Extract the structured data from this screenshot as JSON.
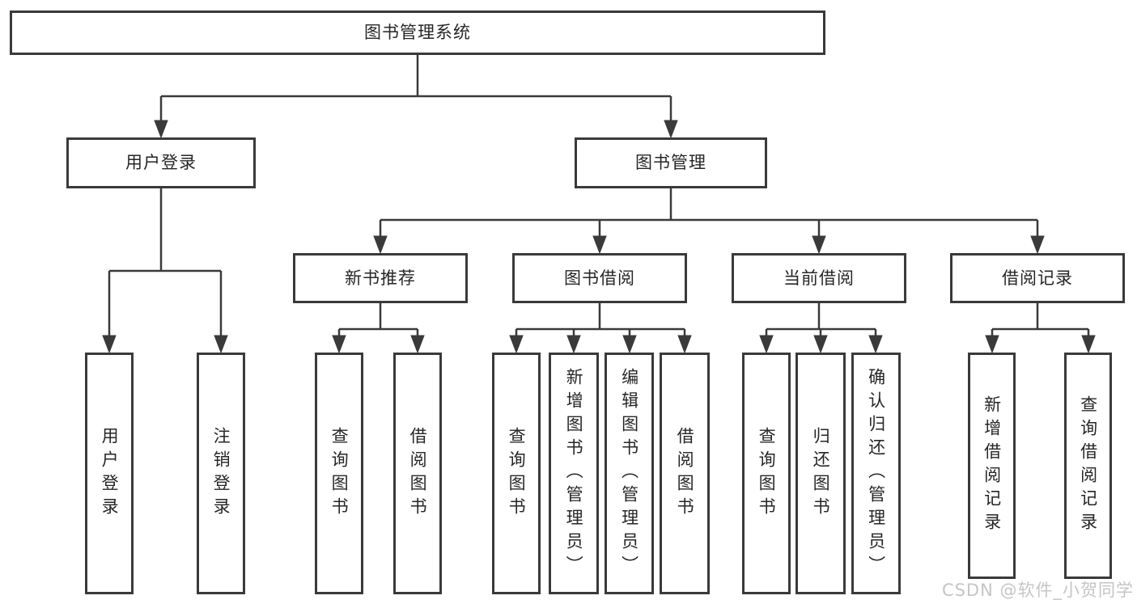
{
  "colors": {
    "line": "#3a3a3a",
    "text": "#262626",
    "background": "#ffffff",
    "watermark": "#c5c5c5"
  },
  "watermark": "CSDN @软件_小贺同学",
  "tree": {
    "root": {
      "label": "图书管理系统",
      "children": [
        {
          "label": "用户登录",
          "children": [
            {
              "label": "用户登录"
            },
            {
              "label": "注销登录"
            }
          ]
        },
        {
          "label": "图书管理",
          "children": [
            {
              "label": "新书推荐",
              "children": [
                {
                  "label": "查询图书"
                },
                {
                  "label": "借阅图书"
                }
              ]
            },
            {
              "label": "图书借阅",
              "children": [
                {
                  "label": "查询图书"
                },
                {
                  "label": "新增图书（管理员）"
                },
                {
                  "label": "编辑图书（管理员）"
                },
                {
                  "label": "借阅图书"
                }
              ]
            },
            {
              "label": "当前借阅",
              "children": [
                {
                  "label": "查询图书"
                },
                {
                  "label": "归还图书"
                },
                {
                  "label": "确认归还（管理员）"
                }
              ]
            },
            {
              "label": "借阅记录",
              "children": [
                {
                  "label": "新增借阅记录"
                },
                {
                  "label": "查询借阅记录"
                }
              ]
            }
          ]
        }
      ]
    }
  }
}
